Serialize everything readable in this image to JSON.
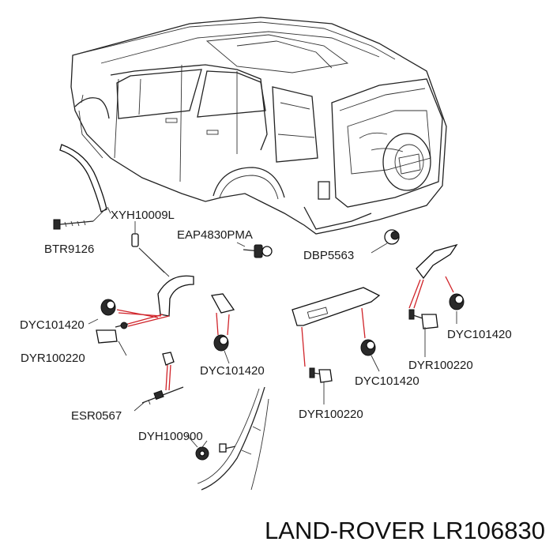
{
  "title": "LAND-ROVER LR106830",
  "parts": {
    "xyh": "XYH10009L",
    "btr": "BTR9126",
    "eap": "EAP4830PMA",
    "dbp": "DBP5563",
    "dyc_left": "DYC101420",
    "dyr_left": "DYR100220",
    "dyc_mid": "DYC101420",
    "esr": "ESR0567",
    "dyh": "DYH100900",
    "dyr_mid": "DYR100220",
    "dyc_center": "DYC101420",
    "dyr_right": "DYR100220",
    "dyc_right": "DYC101420"
  },
  "colors": {
    "leader": "#d0242a",
    "line": "#222222"
  }
}
